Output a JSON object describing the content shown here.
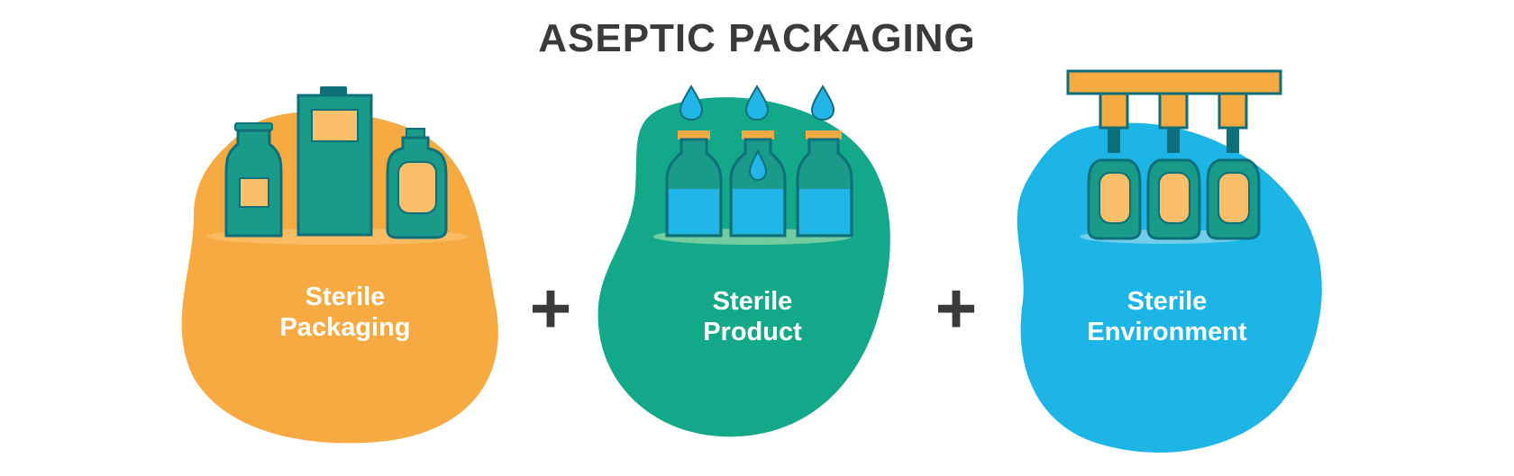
{
  "title": "ASEPTIC PACKAGING",
  "colors": {
    "orange": "#f6aa41",
    "green": "#14a88a",
    "blue": "#1db4e6",
    "dark_teal": "#0c6f7a",
    "container_teal": "#1a9b8a",
    "label_orange": "#fbbf6a",
    "liquid_blue": "#22b6e8",
    "dark_text": "#3a3a3c"
  },
  "panels": [
    {
      "id": "packaging",
      "line1": "Sterile",
      "line2": "Packaging",
      "icon": "bottles-and-carton-icon"
    },
    {
      "id": "product",
      "line1": "Sterile",
      "line2": "Product",
      "icon": "filled-bottles-with-drops-icon"
    },
    {
      "id": "environment",
      "line1": "Sterile",
      "line2": "Environment",
      "icon": "filling-machine-icon"
    }
  ],
  "operators": [
    "+",
    "+"
  ]
}
